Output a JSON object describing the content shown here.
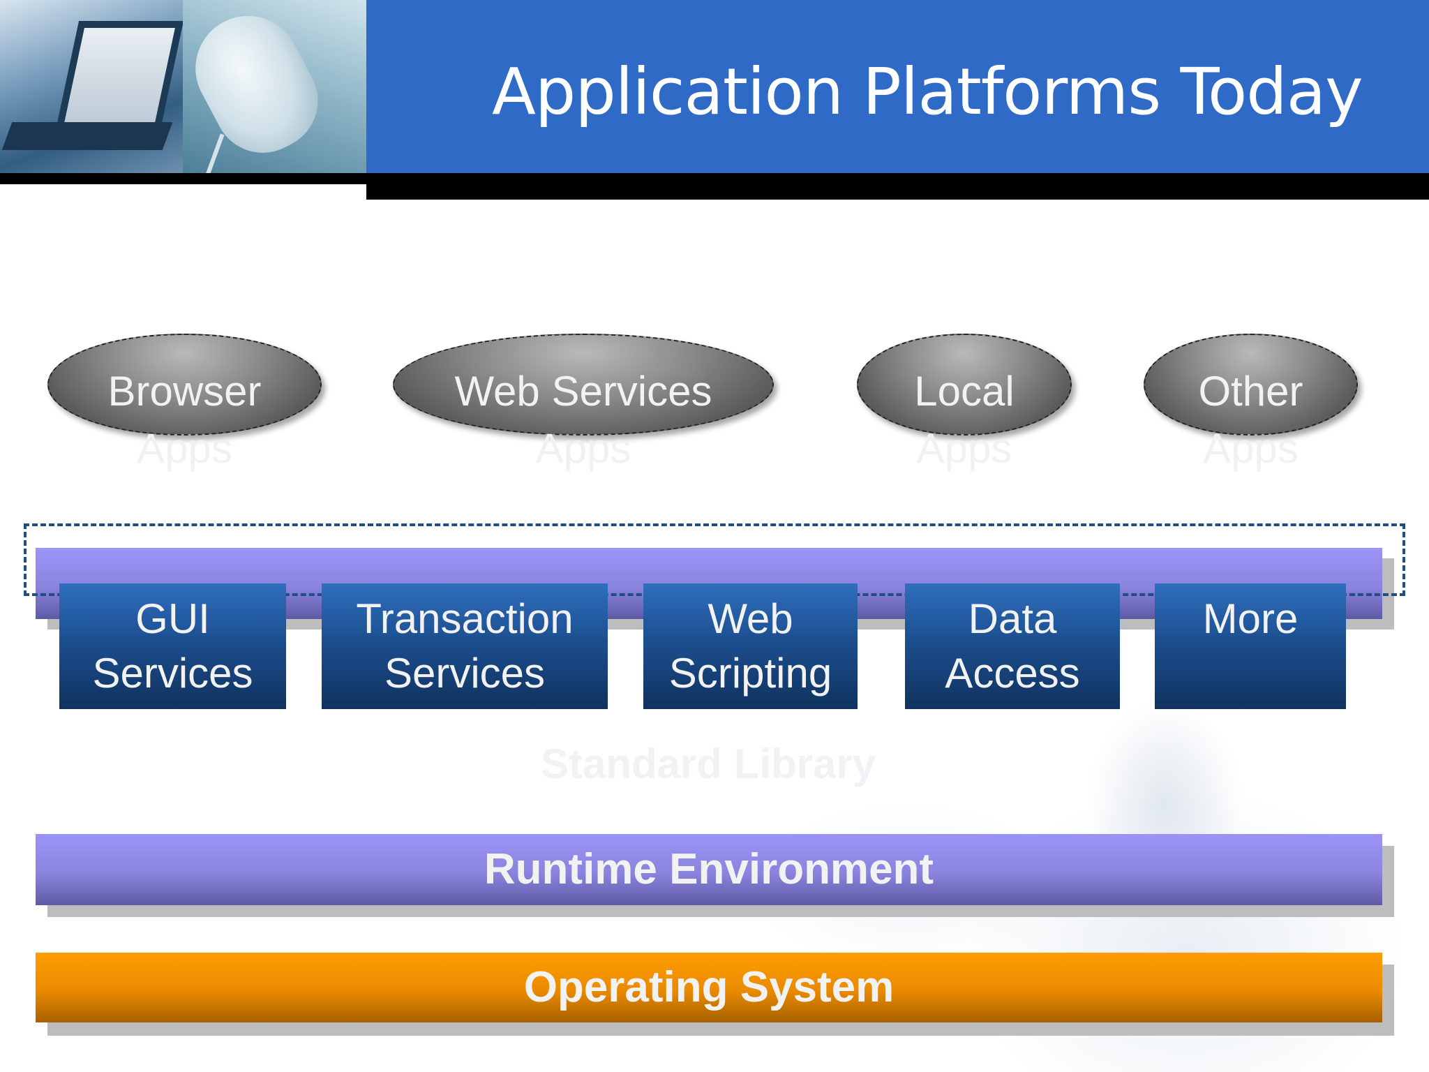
{
  "slide": {
    "title": "Application Platforms Today"
  },
  "apps": [
    {
      "label": "Browser",
      "sublabel": "Apps"
    },
    {
      "label": "Web Services",
      "sublabel": "Apps"
    },
    {
      "label": "Local",
      "sublabel": "Apps"
    },
    {
      "label": "Other",
      "sublabel": "Apps"
    }
  ],
  "services": [
    {
      "line1": "GUI",
      "line2": "Services"
    },
    {
      "line1": "Transaction",
      "line2": "Services"
    },
    {
      "line1": "Web",
      "line2": "Scripting"
    },
    {
      "line1": "Data",
      "line2": "Access"
    },
    {
      "line1": "More",
      "line2": ""
    }
  ],
  "layers": {
    "standard_library": "Standard Library",
    "runtime": "Runtime Environment",
    "os": "Operating System"
  },
  "colors": {
    "header_blue": "#2f6bc6",
    "service_blue": "#1c4f90",
    "layer_purple": "#8a84df",
    "os_orange": "#ff9d00",
    "ellipse_gray": "#8a8a8a"
  }
}
